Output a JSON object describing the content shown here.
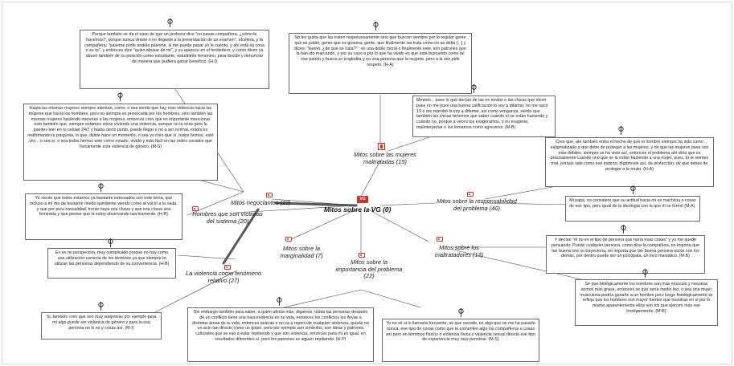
{
  "central": {
    "title": "Mitos sobre la VG (0)",
    "icon": "vg-code-icon"
  },
  "codes": {
    "negociantes": "Mitos negociantes (22)",
    "mujeres": "Mitos sobre las mujeres maltratadas (15)",
    "responsabilidad": "Mitos sobre la responsabilidad del problema (40)",
    "hombres_victimas": "Hombres que son víctimas del sistema (20)",
    "marginalidad": "Mitos sobre la marginalidad (7)",
    "importancia": "Mitos sobre la importancia del problema (22)",
    "maltratadores": "Mitos sobre los maltratadores (13)",
    "violencia_relativo": "La violencia como fenómeno relativo (27)"
  },
  "quotes": {
    "q1": "Porque también se da el caso de que un profesor dice \"no pasas compañera, ¿cómo le hacemos?, porque nunca viniste o no llegaste a la presentación de un examen\", etcétera, y la compañera: \"paseme profe andele paseme, si me puede pasar yo le cuento, y ahí está su cosa o su rp\", y entonces dice \"quiso abusar de mí\", y ya aparece en el tendedero, y como dicen ya abusó también de su posición como estudiante, estudiante femenino, para decidir y denunciar de manera que pudiera ganar beneficio. (H-I)",
    "q2": "No les gusta que las traten respetuosamente sino que buscan siempre por lo regular gente que es patán, gente que es grosera, gente, que finalmente las trata como no se debe [...] y dices: \"bueno, ¿de qué se trata?\" ; es una doble moral o finalmente este, son patrones que la han ido marcando, y por su caso o por lo que ha vivido es que está buscando como tal ese patrón y busca un troglodita y no una persona que la respete, pero a la vez pide respeto. (H-A)",
    "q3": "Hasta las mismas mujeres siempre intentan, como, o sea siento que hay más violencia hacia las mujeres que hacia los hombres, pero no siempre es provocada por los hombres, sino también las mismas mujeres haciendo menores a las mujeres, entonces creo que es importante mencionar esto también que, siempre estamos como viviendo una violencia, aunque no la veas pero la puedes leer en tu celular 24/7 y hasta cierto punto, puede llegar o no a ser normal, entonces reafirmando tu pregunta, lo que, dijiste hace un momento, o sea yo creo que sí, todos hemos, esté vivi... o sea sí, o sea todos hemos este como notado, vivido y más fácil en las redes sociales que físicamente esta violencia de género. (M-S)",
    "q4": "Mmmm... pues lo que decían de las ex novios o las chicas que dicen pues no me puso una buena calificación lo voy a difamar, no me sacó 10 o me reprobó lo voy a difamar, así como venganza, siento que también las chicas tenemos que saber cuando sí se están haciendo y cuando no, porque a veces los exageramos, o no exagerar, malinterpretar o los tomamos como agresivos. (M-B)",
    "q5": "Creo que, ahí también entra el hecho de que el hombre siempre ha sido como estigmatizado a que debe de proteger a las mujeres, y de que las mujeres pues son más débiles, siempre se ha visto así, entonces el problema ahí diría que es precisamente cuando uno que se lo están haciendo a una mujer, pues, tú te sientes mal, porque sale como ese instinto, digámosle así, de protección, de que debes de proteger a la mujer. (H-A)",
    "q6": "Yo siento que todos estamos ya bastante estresados con este tema, que incluso a mí me da bastante miedo quedarme viendo como al vacío a la nada, y que por pura casualidad, frente haya una chava y que esa chava sea feminista y que piense que la estoy observando lascivamente. (H-R)",
    "q7": "Mi papá, no considero que su actitud hacia mí es machista o cosas de ese tipo, pero igual de la ideología con la que él se formó (M-A).",
    "q8": "Y decían \"él no es el tipo de persona que haría esas cosas\" y yo me quedé pensando: Puede cualquier persona, como dice la compañera, no importa que tan buena sea su trayectoria, no importa que tan buena persona actúe con los demás, por dentro puede ser un psicópata, un loco maniático. (M-B)",
    "q9": "Es en mi perspectiva, muy complicado porque no hay como una utilización correcta de los términos ya que siempre lo utilizan las personas dependiendo de su conveniencia. (H-B)",
    "q10": "Se que biológicamente los hombres son más músculo y nosotras somos más grasa, entonces se que sería medio feo, o sea una mujer musculosa podría ganarle a un hombre pero luego fisiológicamente se refleja que los hombres son mayor fuertes que nosotras en sí por lo mismo aparentemente ellos son los que ejercen más ese hostigamiento. (M-B)",
    "q11": "Sí, también creo que son muy subjetivas por ejemplo para mí algo puede ser violencia de género y para la esa persona no lo es y cosas así. (M-I)",
    "q12": "Sin embargo también para saber, a quién afecta más, digamos, todas las personas después de un conflicto tiene una trascendencia en su vida, entonces los conflictos los llevas a distintas áreas de tu vida, entonces quieras o no va a repercutir cualquier violencia; quizás no un acto tan directo como un golpe, pero por ejemplo son símbolos, son ideas y patrones culturales que se van a estar repitiendo y que son violencia, entonces para mí es igual, en resultados diferentes sí, pero los patrones se siguen repitiendo. (H-P)",
    "q13": "Yo no sé si lo llamaría frecuente, se que sucede, es algo que no me ha pasado nunca, ese tipo de cosas como que te comenten algo los compañeros o cosas así pero en términos físicos o violencia física o violencia sexual directa ese tipo de experiencia muy muy personal. (M-S)"
  },
  "colors": {
    "accent": "#c0392b",
    "border": "#6a6a6a",
    "line": "#4a4a4a",
    "thick": "#555555"
  }
}
